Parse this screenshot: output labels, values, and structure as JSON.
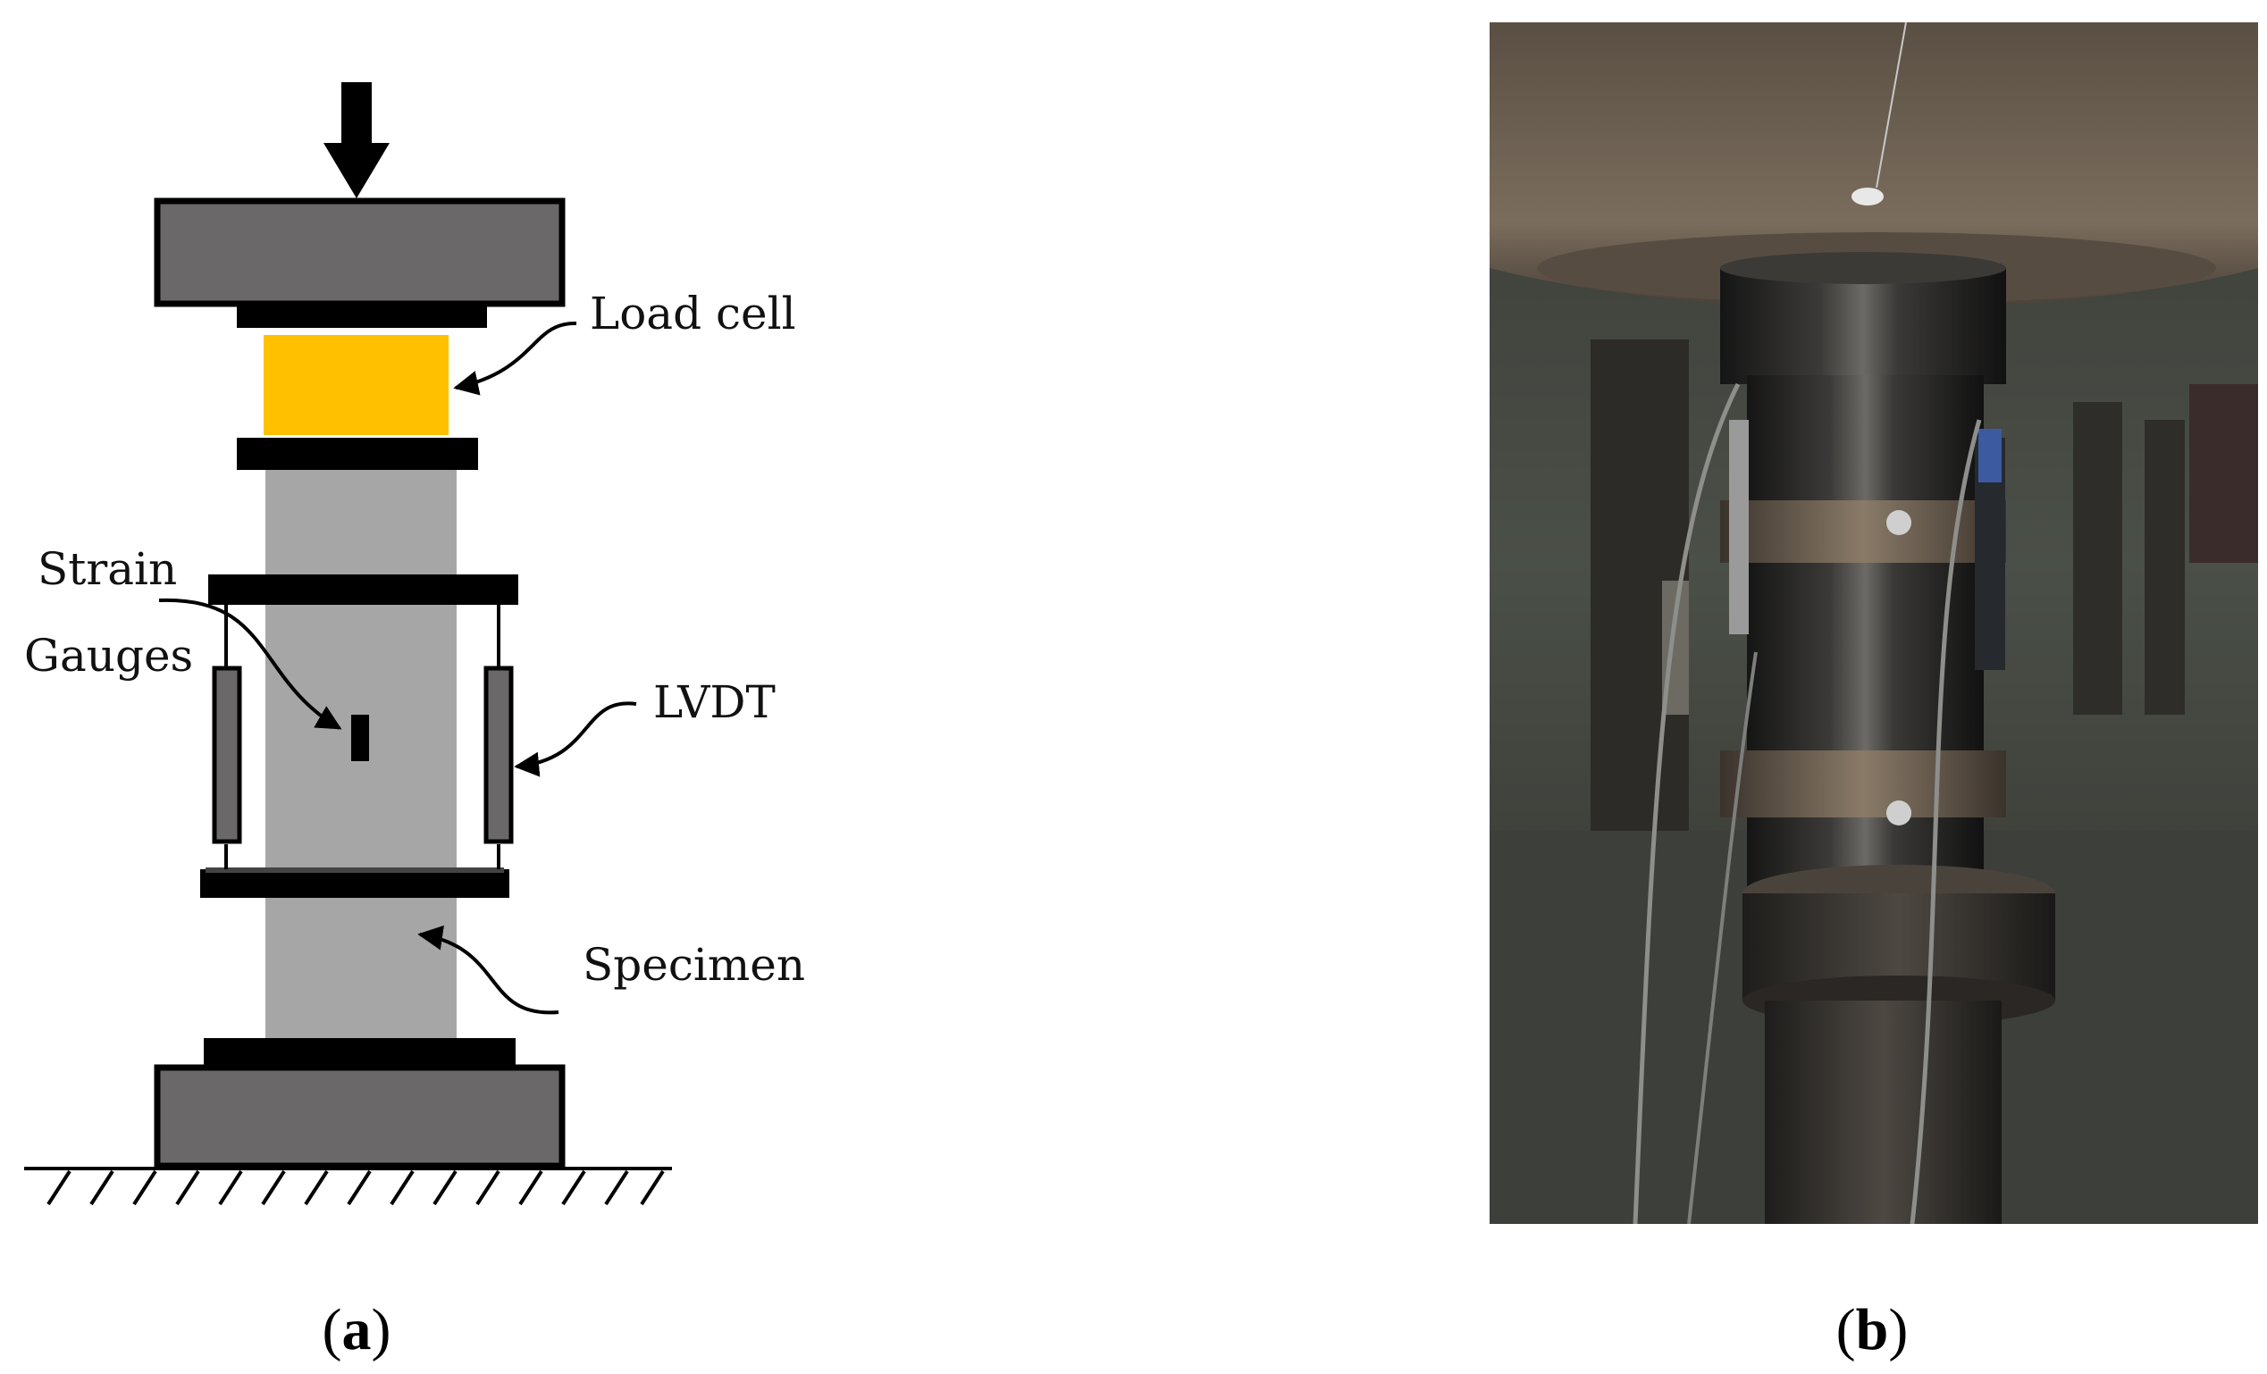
{
  "panel_a": {
    "labels": {
      "load_cell": "Load cell",
      "strain": "Strain",
      "gauges": "Gauges",
      "lvdt": "LVDT",
      "specimen": "Specimen"
    },
    "caption_letter": "a"
  },
  "panel_b": {
    "caption_letter": "b"
  },
  "colors": {
    "platen": "#6b6869",
    "load_cell": "#ffc000",
    "specimen": "#a6a6a6",
    "plate": "#000000",
    "lvdt_body": "#6b6869"
  }
}
